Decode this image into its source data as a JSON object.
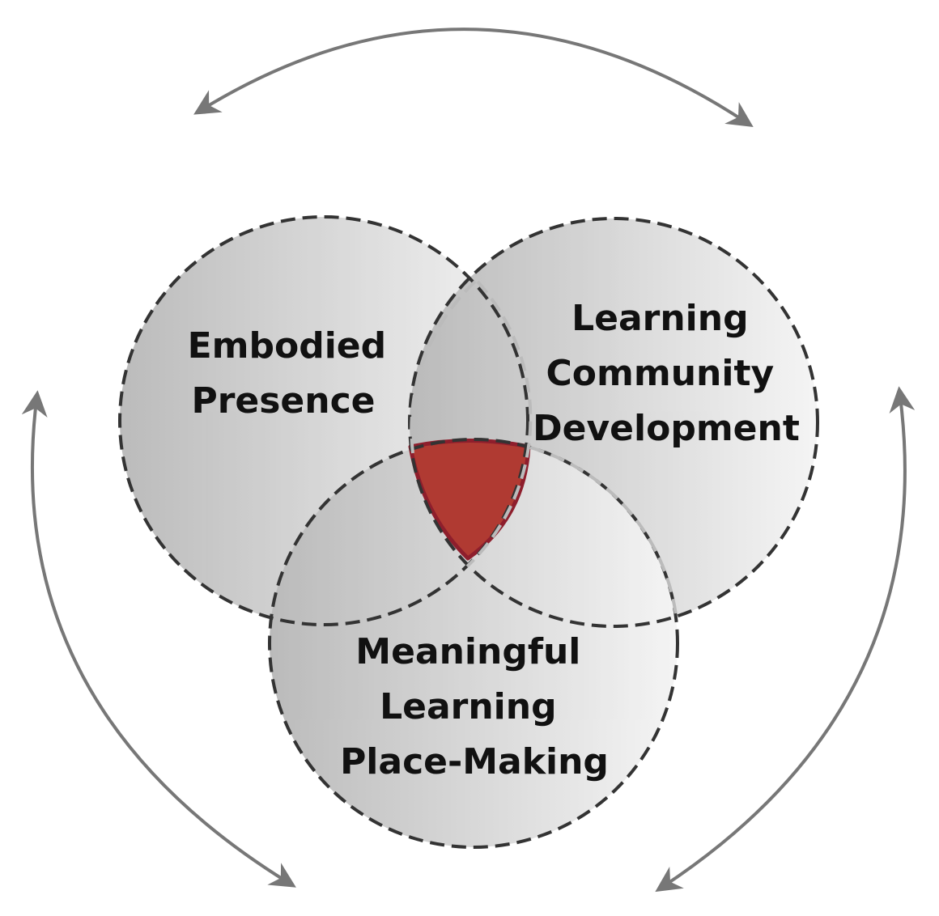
{
  "diagram": {
    "circles": [
      {
        "id": "embodied",
        "lines": [
          "Embodied",
          "Presence"
        ]
      },
      {
        "id": "community",
        "lines": [
          "Learning",
          "Community",
          "Development"
        ]
      },
      {
        "id": "placemaking",
        "lines": [
          "Meaningful",
          "Learning",
          "Place-Making"
        ]
      }
    ],
    "colors": {
      "center_highlight": "#b03a32",
      "arrow": "#777777",
      "outline": "#333333"
    }
  }
}
